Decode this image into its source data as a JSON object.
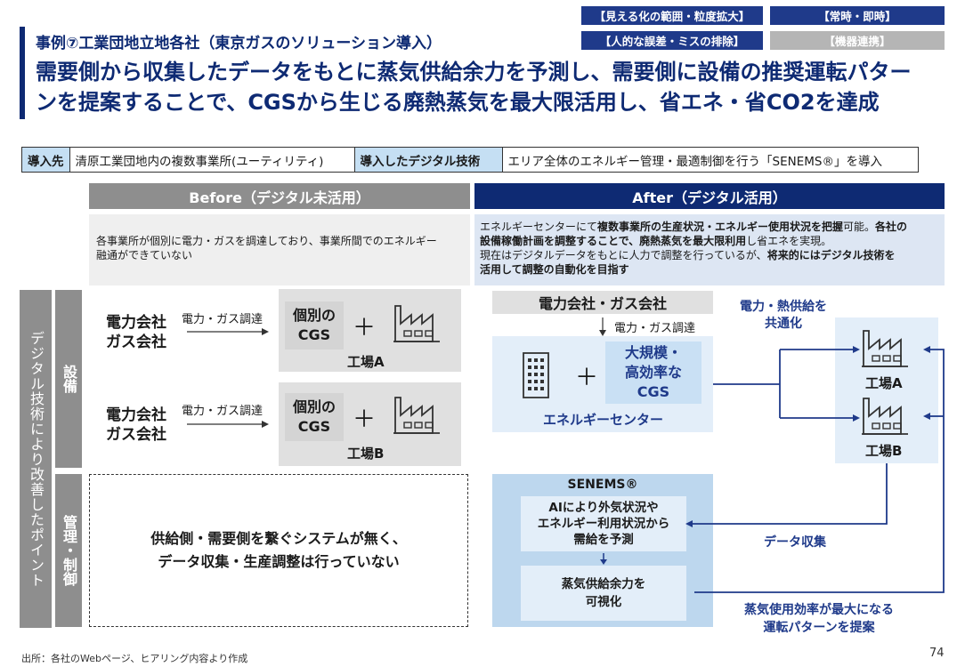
{
  "header": {
    "case_title": "事例⑦工業団地立地各社（東京ガスのソリューション導入）",
    "headline_line1": "需要側から収集したデータをもとに蒸気供給余力を予測し、需要側に設備の推奨運転パター",
    "headline_line2": "ンを提案することで、CGSから生じる廃熱蒸気を最大限活用し、省エネ・省CO2を達成",
    "tags": [
      "【見える化の範囲・粒度拡大】",
      "【常時・即時】",
      "【人的な誤差・ミスの排除】",
      "【機器連携】"
    ]
  },
  "info_bar": {
    "dest_label": "導入先",
    "dest_value": "清原工業団地内の複数事業所(ユーティリティ)",
    "tech_label": "導入したデジタル技術",
    "tech_value": "エリア全体のエネルギー管理・最適制御を行う「SENEMS®」を導入"
  },
  "before": {
    "header": "Before（デジタル未活用）",
    "desc_line1": "各事業所が個別に電力・ガスを調達しており、事業所間でのエネルギー",
    "desc_line2": "融通ができていない",
    "supplier_line1": "電力会社",
    "supplier_line2": "ガス会社",
    "procure_label": "電力・ガス調達",
    "cgs_line1": "個別の",
    "cgs_line2": "CGS",
    "plant_a": "工場A",
    "plant_b": "工場B",
    "no_system_line1": "供給側・需要側を繋ぐシステムが無く、",
    "no_system_line2": "データ収集・生産調整は行っていない"
  },
  "after": {
    "header": "After（デジタル活用）",
    "d1a": "エネルギーセンターにて",
    "d1b": "複数事業所の生産状況・エネルギー使用状況を把握",
    "d1c": "可能。",
    "d1d": "各社の",
    "d2a": "設備稼働計画を調整することで、廃熱蒸気を最大限利用",
    "d2b": "し省エネを実現。",
    "d3": "現在はデジタルデータをもとに人力で調整を行っているが、",
    "d3b": "将来的にはデジタル技術を",
    "d4": "活用して調整の自動化を目指す",
    "supplier": "電力会社・ガス会社",
    "procure_label": "電力・ガス調達",
    "large_cgs_line1": "大規模・",
    "large_cgs_line2": "高効率な",
    "large_cgs_line3": "CGS",
    "energy_center": "エネルギーセンター",
    "shared_supply_line1": "電力・熱供給を",
    "shared_supply_line2": "共通化",
    "plant_a": "工場A",
    "plant_b": "工場B",
    "senems_title": "SENEMS®",
    "predict_line1": "AIにより外気状況や",
    "predict_line2": "エネルギー利用状況から",
    "predict_line3": "需給を予測",
    "visualize_line1": "蒸気供給余力を",
    "visualize_line2": "可視化",
    "data_collect": "データ収集",
    "propose_line1": "蒸気使用効率が最大になる",
    "propose_line2": "運転パターンを提案"
  },
  "side": {
    "main": "デジタル技術により改善したポイント",
    "equipment": "設備",
    "management": "管理・制御"
  },
  "footer": {
    "source": "出所：各社のWebページ、ヒアリング内容より作成",
    "page": "74"
  },
  "colors": {
    "navy": "#0e2a73",
    "gray": "#8e8e8e",
    "light_blue": "#c5dff3",
    "pale_blue": "#e3eef9"
  }
}
